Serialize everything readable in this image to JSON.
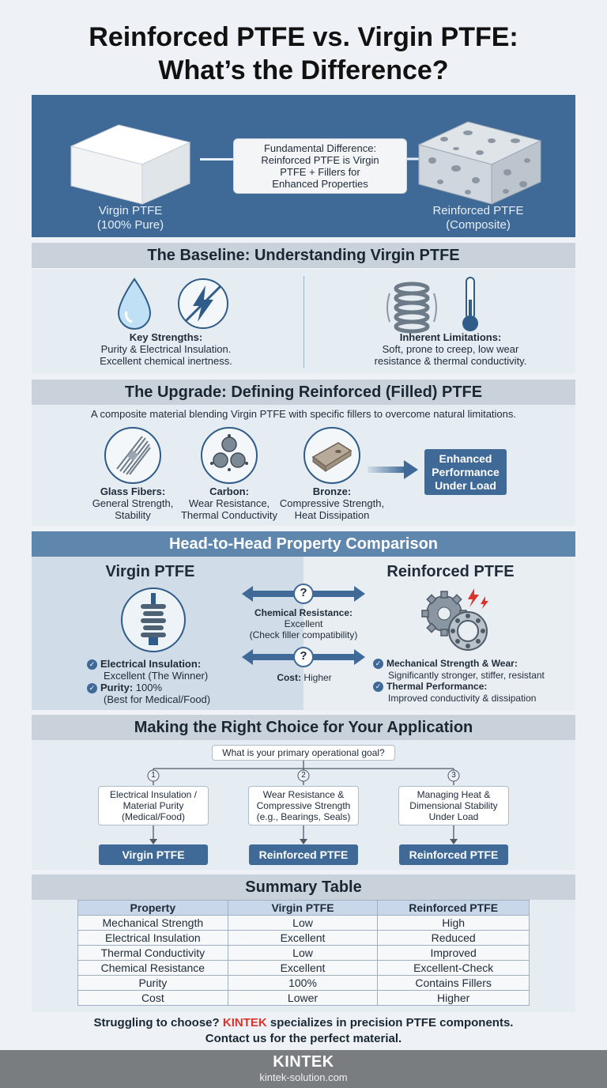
{
  "title_line1": "Reinforced PTFE vs. Virgin PTFE:",
  "title_line2": "What’s the Difference?",
  "hero": {
    "left_name": "Virgin PTFE",
    "left_sub": "(100% Pure)",
    "right_name": "Reinforced PTFE",
    "right_sub": "(Composite)",
    "box_line1": "Fundamental Difference:",
    "box_line2": "Reinforced PTFE is Virgin",
    "box_line3": "PTFE + Fillers for",
    "box_line4": "Enhanced Properties"
  },
  "baseline": {
    "heading": "The Baseline: Understanding Virgin PTFE",
    "strengths_title": "Key Strengths:",
    "strengths_line1": "Purity & Electrical Insulation.",
    "strengths_line2": "Excellent chemical inertness.",
    "limits_title": "Inherent Limitations:",
    "limits_line1": "Soft, prone to creep, low wear",
    "limits_line2": "resistance & thermal conductivity."
  },
  "upgrade": {
    "heading": "The Upgrade: Defining Reinforced (Filled) PTFE",
    "intro": "A composite material blending Virgin PTFE with specific fillers to overcome natural limitations.",
    "fillers": [
      {
        "name": "Glass Fibers:",
        "line1": "General Strength,",
        "line2": "Stability"
      },
      {
        "name": "Carbon:",
        "line1": "Wear Resistance,",
        "line2": "Thermal Conductivity"
      },
      {
        "name": "Bronze:",
        "line1": "Compressive Strength,",
        "line2": "Heat Dissipation"
      }
    ],
    "result_line1": "Enhanced",
    "result_line2": "Performance",
    "result_line3": "Under Load"
  },
  "comparison": {
    "heading": "Head-to-Head Property Comparison",
    "left_title": "Virgin PTFE",
    "right_title": "Reinforced PTFE",
    "mid_question": "?",
    "chem_title": "Chemical Resistance:",
    "chem_line1": "Excellent",
    "chem_line2": "(Check filler compatibility)",
    "cost_label": "Cost:",
    "cost_value": "Higher",
    "left_items": [
      {
        "title": "Electrical Insulation:",
        "detail": "Excellent (The Winner)"
      },
      {
        "title": "Purity:",
        "value": "100%",
        "detail": "(Best for Medical/Food)"
      }
    ],
    "right_items": [
      {
        "title": "Mechanical Strength & Wear:",
        "detail": "Significantly stronger, stiffer, resistant"
      },
      {
        "title": "Thermal Performance:",
        "detail": "Improved conductivity & dissipation"
      }
    ]
  },
  "choice": {
    "heading": "Making the Right Choice for Your Application",
    "question": "What is your primary operational goal?",
    "options": [
      {
        "num": "1",
        "line1": "Electrical Insulation /",
        "line2": "Material Purity",
        "line3": "(Medical/Food)",
        "result": "Virgin PTFE"
      },
      {
        "num": "2",
        "line1": "Wear Resistance &",
        "line2": "Compressive Strength",
        "line3": "(e.g., Bearings, Seals)",
        "result": "Reinforced PTFE"
      },
      {
        "num": "3",
        "line1": "Managing Heat &",
        "line2": "Dimensional Stability",
        "line3": "Under Load",
        "result": "Reinforced PTFE"
      }
    ]
  },
  "summary": {
    "heading": "Summary Table",
    "headers": [
      "Property",
      "Virgin PTFE",
      "Reinforced PTFE"
    ],
    "rows": [
      [
        "Mechanical Strength",
        "Low",
        "High"
      ],
      [
        "Electrical Insulation",
        "Excellent",
        "Reduced"
      ],
      [
        "Thermal Conductivity",
        "Low",
        "Improved"
      ],
      [
        "Chemical Resistance",
        "Excellent",
        "Excellent-Check"
      ],
      [
        "Purity",
        "100%",
        "Contains Fillers"
      ],
      [
        "Cost",
        "Lower",
        "Higher"
      ]
    ]
  },
  "cta": {
    "line1_pre": "Struggling to choose?",
    "brand": "KINTEK",
    "line1_post": "specializes in precision PTFE components.",
    "line2": "Contact us for the perfect material."
  },
  "footer": {
    "logo": "KINTEK",
    "url": "kintek-solution.com"
  },
  "colors": {
    "accent": "#3f6a98",
    "brand_red": "#d9342b",
    "header_gray": "#c9d2db"
  }
}
